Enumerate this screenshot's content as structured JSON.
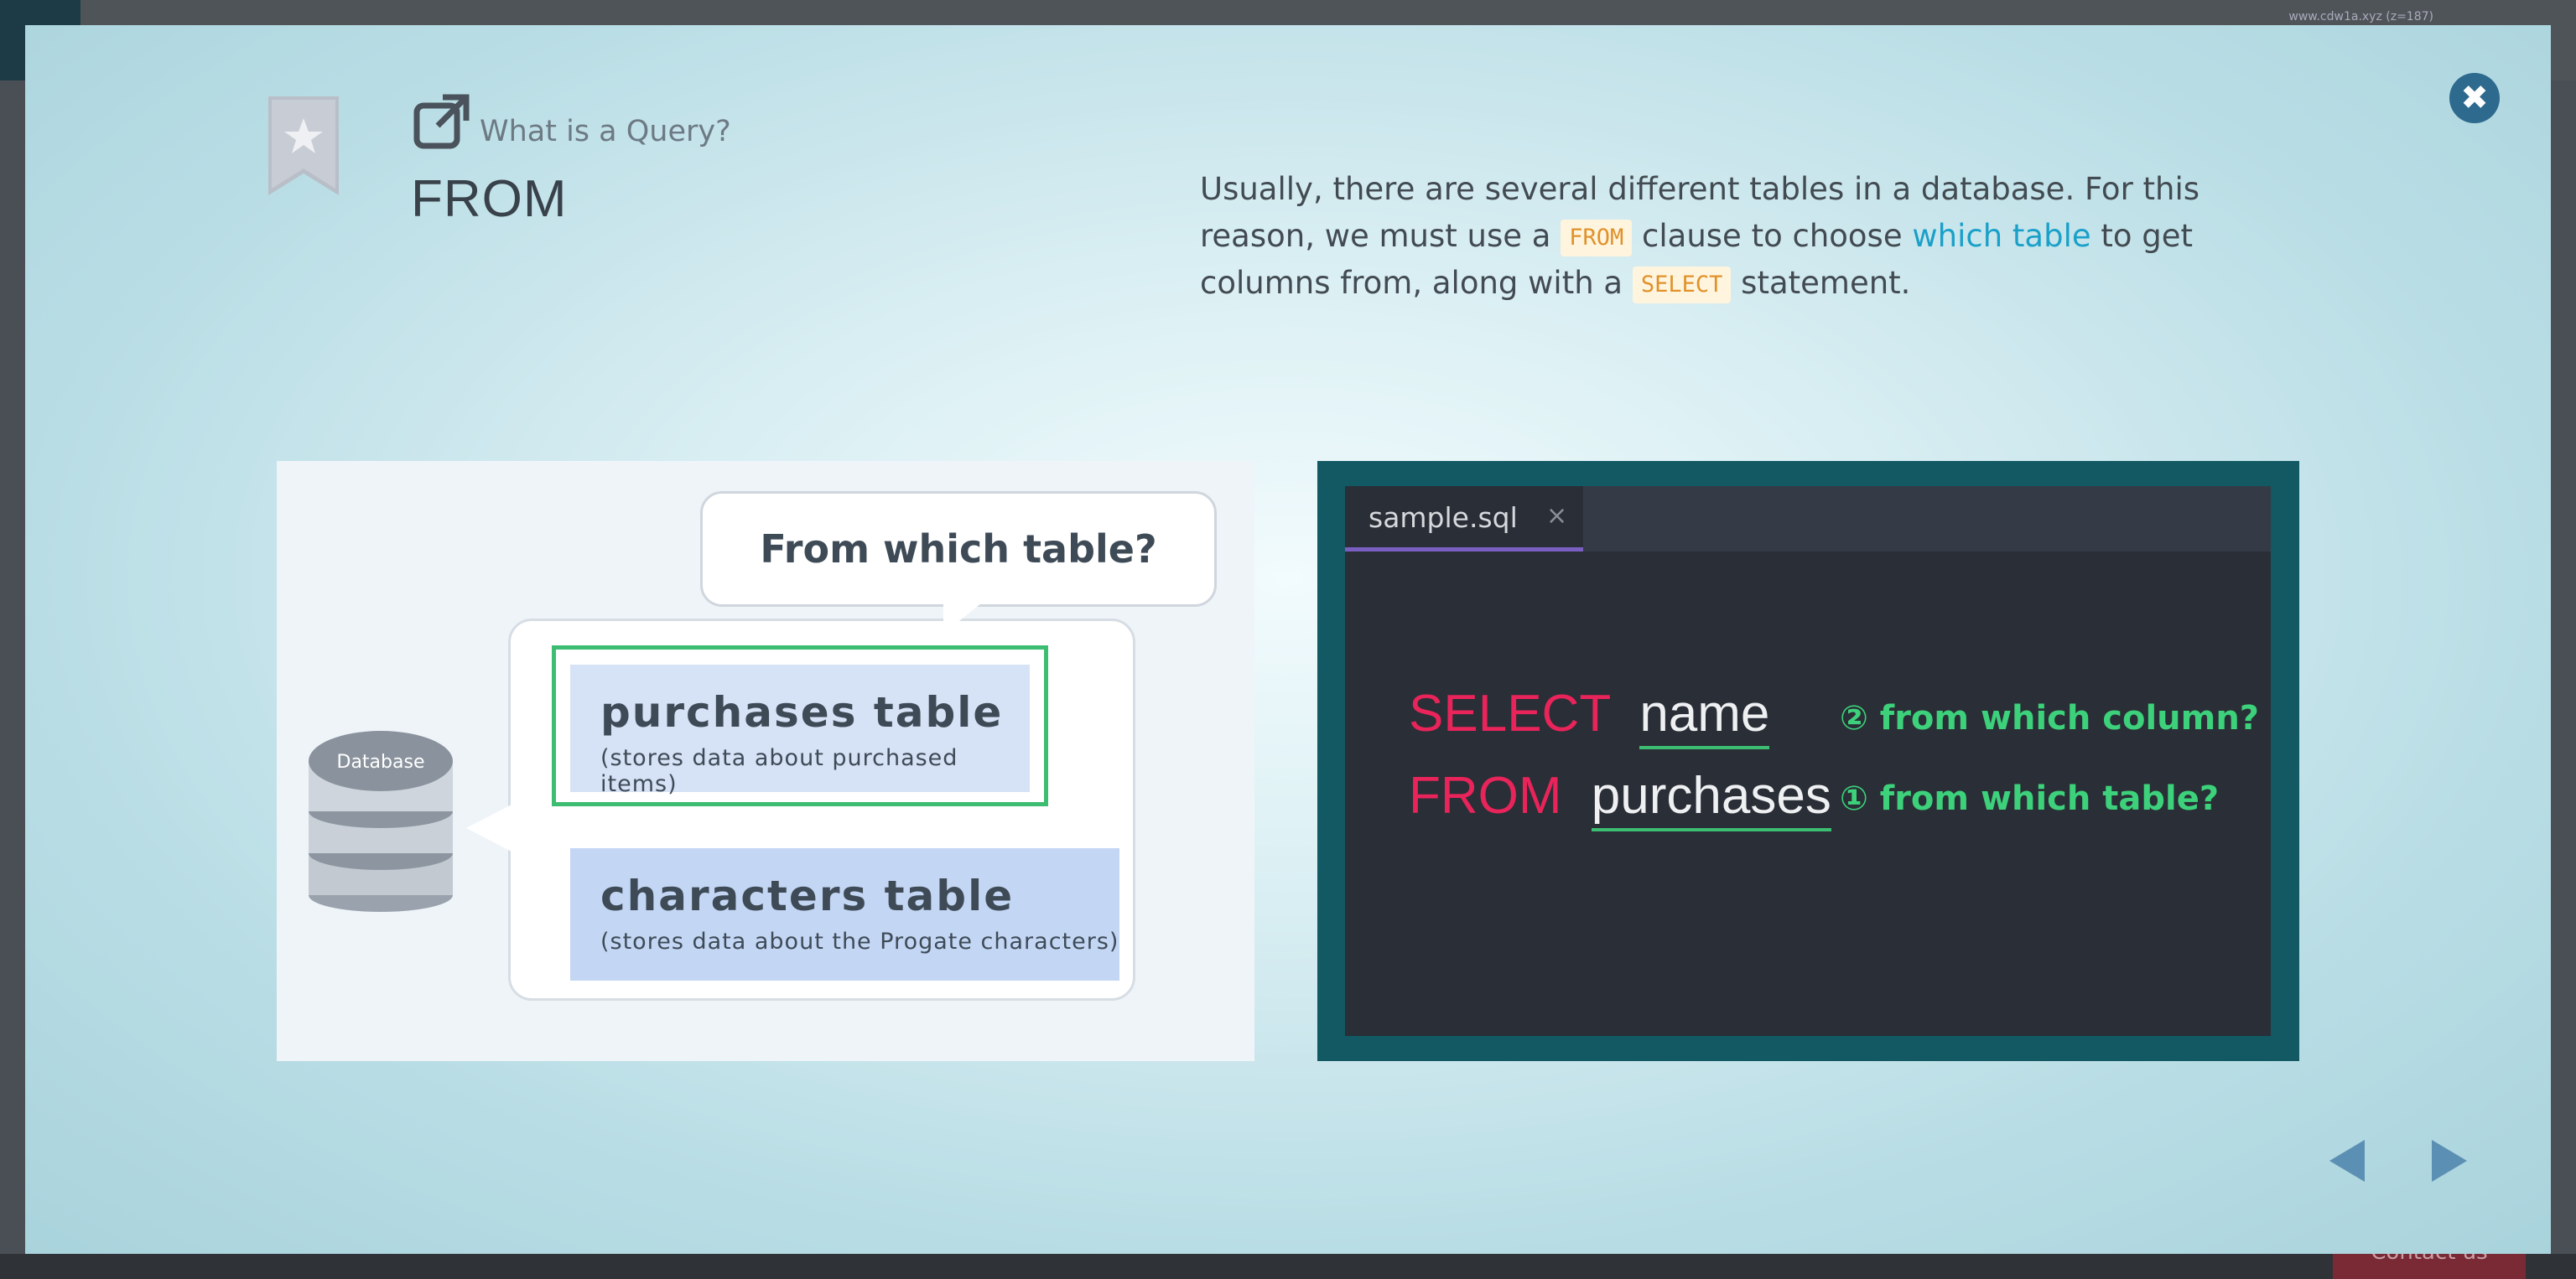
{
  "background": {
    "user_text": "www.cdw1a.xyz (z=187)",
    "contact_label": "Contact us"
  },
  "modal": {
    "breadcrumb": "What is a Query?",
    "title": "FROM",
    "close_icon": "close-icon",
    "description": {
      "part1": "Usually, there are several different tables in a database. For this reason, we must use a ",
      "code1": "FROM",
      "part2": " clause to choose ",
      "highlight": "which table",
      "part3": " to get columns from, along with a ",
      "code2": "SELECT",
      "part4": " statement."
    },
    "colors": {
      "accent": "#1aa0c9",
      "close": "#2d6a8e",
      "keyword": "#e8245a",
      "note": "#3cd17a",
      "nav": "#5b8fb3"
    }
  },
  "diagram": {
    "question": "From which table?",
    "database_label": "Database",
    "tables": [
      {
        "title": "purchases table",
        "subtitle": "(stores data about purchased items)"
      },
      {
        "title": "characters table",
        "subtitle": "(stores data about the Progate characters)"
      }
    ]
  },
  "editor": {
    "tab_label": "sample.sql",
    "tab_close": "×",
    "line1_kw": "SELECT",
    "line1_ident": "name",
    "line1_note": "② from which column?",
    "line2_kw": "FROM",
    "line2_ident": "purchases",
    "line2_note": "① from which table?"
  },
  "nav": {
    "prev_icon": "arrow-left-icon",
    "next_icon": "arrow-right-icon"
  }
}
